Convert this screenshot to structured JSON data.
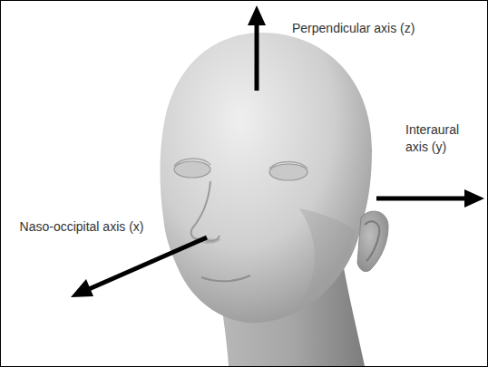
{
  "diagram": {
    "labels": [
      "Perpendicular axis (z)",
      "Interaural axis (y)",
      "Naso-occipital axis (x)"
    ]
  }
}
